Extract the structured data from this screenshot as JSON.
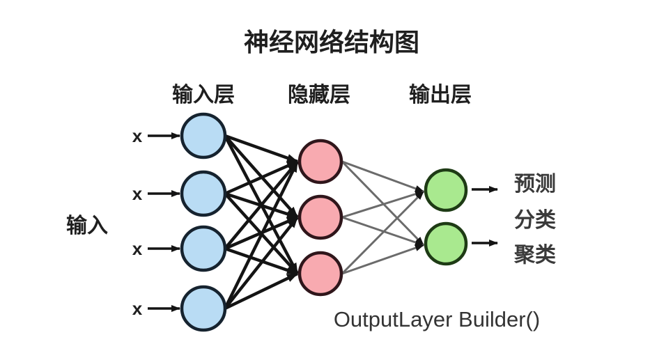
{
  "title": "神经网络结构图",
  "left_label": "输入",
  "caption": "OutputLayer Builder()",
  "layers": {
    "input": {
      "label": "输入层",
      "node_count": 4,
      "fill": "#b9dcf4",
      "stroke": "#16232f"
    },
    "hidden": {
      "label": "隐藏层",
      "node_count": 3,
      "fill": "#f8aab0",
      "stroke": "#2f161b"
    },
    "output": {
      "label": "输出层",
      "node_count": 2,
      "fill": "#a9e98f",
      "stroke": "#1e3b15"
    }
  },
  "input_variables": [
    "x",
    "x",
    "x",
    "x"
  ],
  "output_labels": [
    "预测",
    "分类",
    "聚类"
  ],
  "colors": {
    "edge_input_hidden": "#141414",
    "edge_hidden_output": "#6b6b6b",
    "arrow": "#141414",
    "text": "#1f1f1f",
    "background": "#ffffff"
  }
}
